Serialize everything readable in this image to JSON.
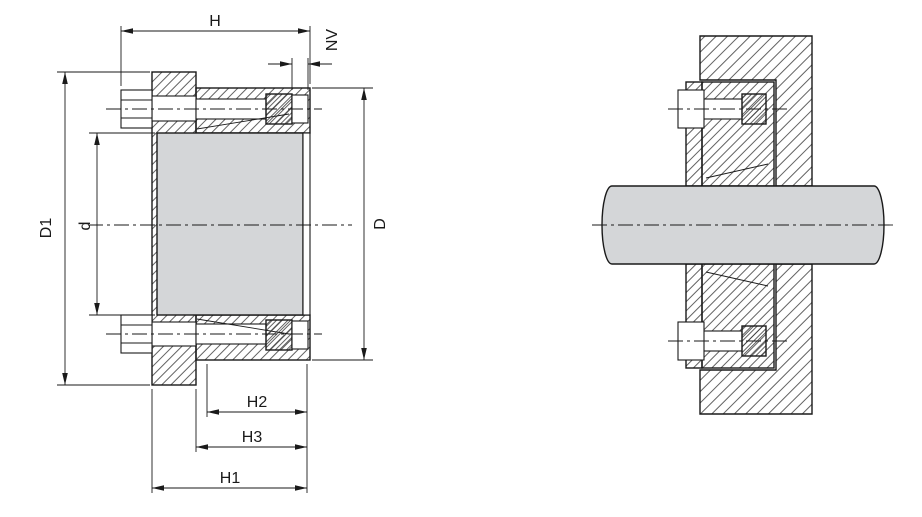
{
  "diagram": {
    "labels": {
      "h": "H",
      "nv": "NV",
      "d1": "D1",
      "d_lower": "d",
      "d_upper": "D",
      "h2": "H2",
      "h3": "H3",
      "h1": "H1"
    },
    "colors": {
      "line": "#1a1a1a",
      "fill": "#d4d6d8",
      "hatch": "#3a3a3a",
      "background": "#ffffff"
    }
  }
}
